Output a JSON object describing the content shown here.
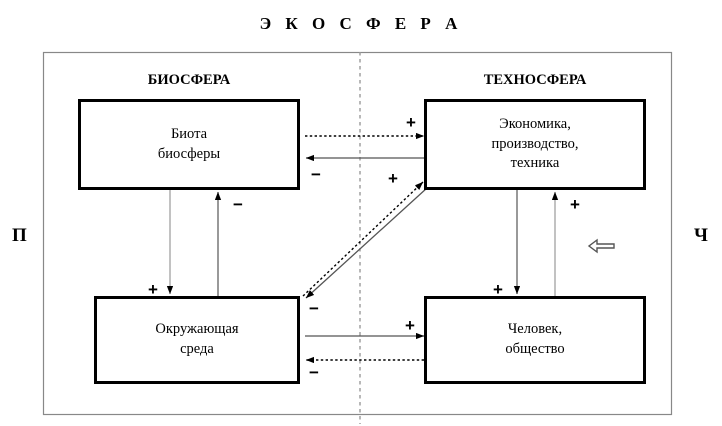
{
  "diagram": {
    "title": "Э К О С Ф Е Р А",
    "title_plain": "ЭКОСФЕРА",
    "side_labels": {
      "left": "П",
      "right": "Ч"
    },
    "zone_labels": [
      {
        "id": "biosphere",
        "text": "БИОСФЕРА"
      },
      {
        "id": "technosphere",
        "text": "ТЕХНОСФЕРА"
      }
    ],
    "nodes": [
      {
        "id": "biota",
        "line1": "Биота",
        "line2": "биосферы"
      },
      {
        "id": "economy",
        "line1": "Экономика,",
        "line2": "производство,",
        "line3": "техника"
      },
      {
        "id": "environment",
        "line1": "Окружающая",
        "line2": "среда"
      },
      {
        "id": "society",
        "line1": "Человек,",
        "line2": "общество"
      }
    ],
    "signs": [
      {
        "id": "sign-biota-to-economy",
        "symbol": "+"
      },
      {
        "id": "sign-economy-to-biota",
        "symbol": "−"
      },
      {
        "id": "sign-environment-to-economy",
        "symbol": "+"
      },
      {
        "id": "sign-economy-to-environment",
        "symbol": "−"
      },
      {
        "id": "sign-biota-to-environment",
        "symbol": "+"
      },
      {
        "id": "sign-environment-to-biota",
        "symbol": "−"
      },
      {
        "id": "sign-economy-to-society",
        "symbol": "+"
      },
      {
        "id": "sign-society-to-economy",
        "symbol": "+"
      },
      {
        "id": "sign-environment-to-society",
        "symbol": "+"
      },
      {
        "id": "sign-society-to-environment",
        "symbol": "−"
      }
    ],
    "colors": {
      "stroke": "#000000",
      "background": "#ffffff",
      "divider": "#808080"
    }
  }
}
